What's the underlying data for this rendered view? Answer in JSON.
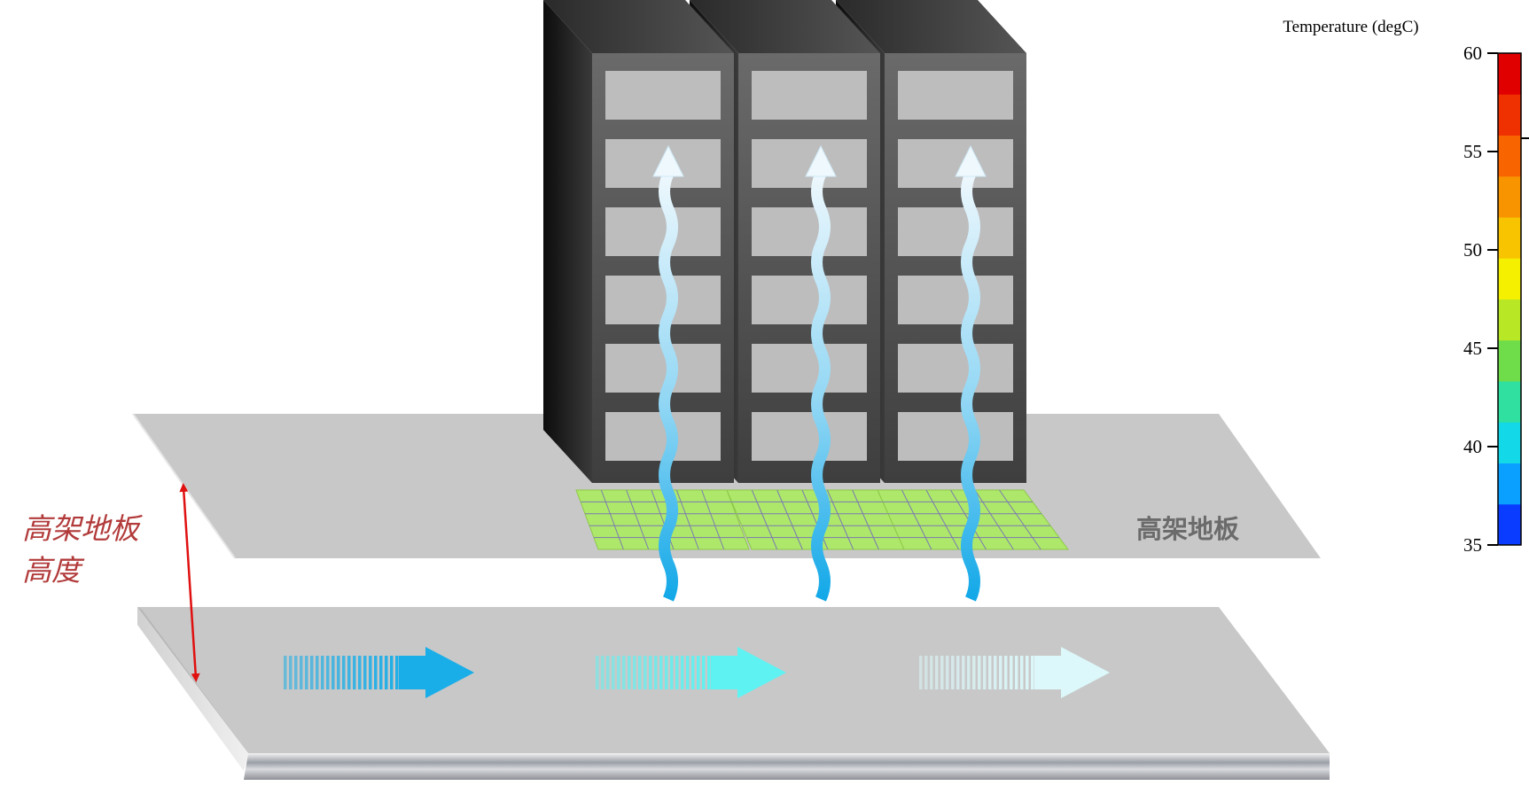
{
  "labels": {
    "floor_label": "高架地板",
    "height_label_line1": "高架地板",
    "height_label_line2": "高度"
  },
  "colorbar": {
    "title": "Temperature (degC)",
    "min": 35,
    "max": 60,
    "ticks": [
      "60",
      "55",
      "50",
      "45",
      "40",
      "35"
    ],
    "colors": [
      "#0a3cff",
      "#0aa0ff",
      "#12d8e8",
      "#2fe0a0",
      "#6fdc4a",
      "#b8e825",
      "#f5f000",
      "#f8c400",
      "#f89400",
      "#f86400",
      "#ef3000",
      "#e00000"
    ]
  },
  "flow_arrows": [
    {
      "color": "#1aaee8"
    },
    {
      "color": "#5ef2f2"
    },
    {
      "color": "#dcf8fa"
    }
  ],
  "colors": {
    "floor": "#c8c8c8",
    "rack_body": "#4a4a4a",
    "rack_slot": "#bdbdbd",
    "perforated_tile": "#aee86a",
    "height_arrow": "#e01010"
  }
}
